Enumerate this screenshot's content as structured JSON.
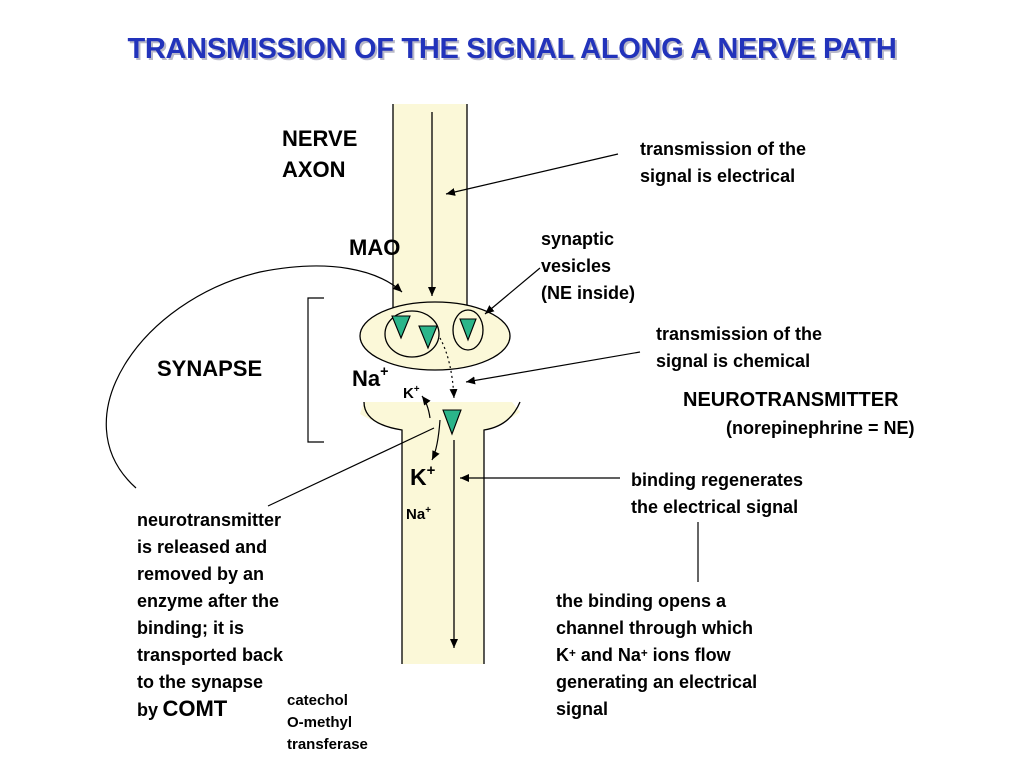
{
  "title": "TRANSMISSION OF THE SIGNAL ALONG A NERVE PATH",
  "labels": {
    "nerve_axon_1": "NERVE",
    "nerve_axon_2": "AXON",
    "mao": "MAO",
    "synapse": "SYNAPSE",
    "na_upper": "Na",
    "k_upper": "K",
    "k_lower": "K",
    "na_lower": "Na",
    "ion_charge": "+",
    "neurotransmitter": "NEUROTRANSMITTER",
    "neurotransmitter_sub": "(norepinephrine = NE)"
  },
  "notes": {
    "electrical": [
      "transmission of the",
      "signal is electrical"
    ],
    "vesicles": [
      "synaptic",
      "vesicles",
      "(NE inside)"
    ],
    "chemical": [
      "transmission of the",
      "signal is chemical"
    ],
    "binding": [
      "binding regenerates",
      "the electrical signal"
    ],
    "channel": {
      "line1": "the binding opens a",
      "line2": "channel through which",
      "line3_k": "K",
      "line3_mid": " and Na",
      "line3_end": " ions flow",
      "line4": "generating an electrical",
      "line5": "signal"
    },
    "released": [
      "neurotransmitter",
      "is released and",
      "removed by an",
      "enzyme after the",
      "binding; it is",
      "transported back",
      "to the synapse"
    ],
    "by": "by",
    "comt": "COMT",
    "comt_expansion": [
      "catechol",
      "O-methyl",
      "transferase"
    ]
  },
  "colors": {
    "title": "#2233bb",
    "axon_fill": "#fbf8d8",
    "neurotransmitter_fill": "#2bb58a",
    "line": "#000000"
  }
}
